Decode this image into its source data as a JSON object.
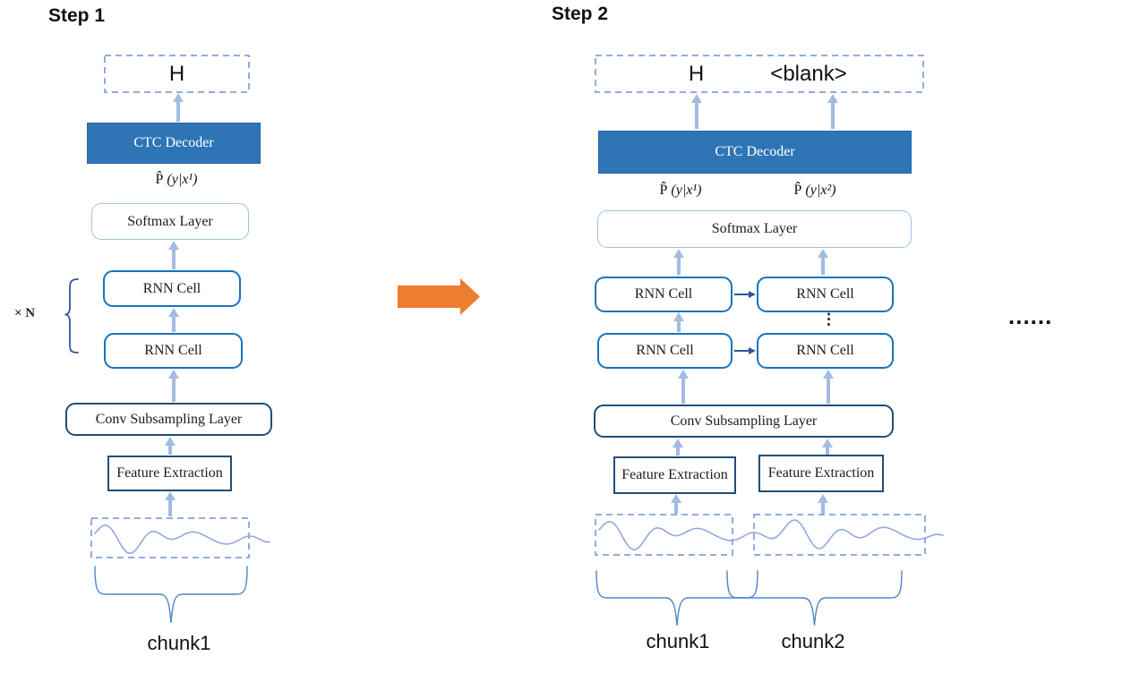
{
  "colors": {
    "ctc_fill": "#2E75B6",
    "ctc_border": "#2566A9",
    "softmax_border": "#9DC3E6",
    "rnn_border": "#1673BE",
    "dark_border": "#1F4E79",
    "arrow_light": "#A2BBE2",
    "arrow_dark": "#2E5597",
    "dashed_blue": "#93ACDC",
    "wave_blue": "#94A8DE",
    "brace_blue": "#4E86C6",
    "orange": "#ED7D31",
    "text_dark": "#1b1b1b"
  },
  "step1": {
    "title": "Step 1",
    "output_label": "H",
    "ctc_label": "CTC Decoder",
    "prob_phat": "P̂",
    "prob_arg": " (y|x¹)",
    "softmax_label": "Softmax Layer",
    "rnn_labels": [
      "RNN Cell",
      "RNN Cell"
    ],
    "repeat_label": "× N",
    "conv_label": "Conv Subsampling Layer",
    "feature_label": "Feature Extraction",
    "chunk_label": "chunk1"
  },
  "step2": {
    "title": "Step 2",
    "output_h": "H",
    "output_blank": "<blank>",
    "ctc_label": "CTC Decoder",
    "prob1_phat": "P̂",
    "prob1_arg": " (y|x¹)",
    "prob2_phat": "P̂",
    "prob2_arg": " (y|x²)",
    "softmax_label": "Softmax Layer",
    "rnn_labels": [
      "RNN Cell",
      "RNN Cell",
      "RNN Cell",
      "RNN Cell"
    ],
    "vertical_dots": "⋮",
    "conv_label": "Conv Subsampling Layer",
    "feature_labels": [
      "Feature Extraction",
      "Feature Extraction"
    ],
    "chunk1_label": "chunk1",
    "chunk2_label": "chunk2",
    "ellipsis": "......"
  }
}
